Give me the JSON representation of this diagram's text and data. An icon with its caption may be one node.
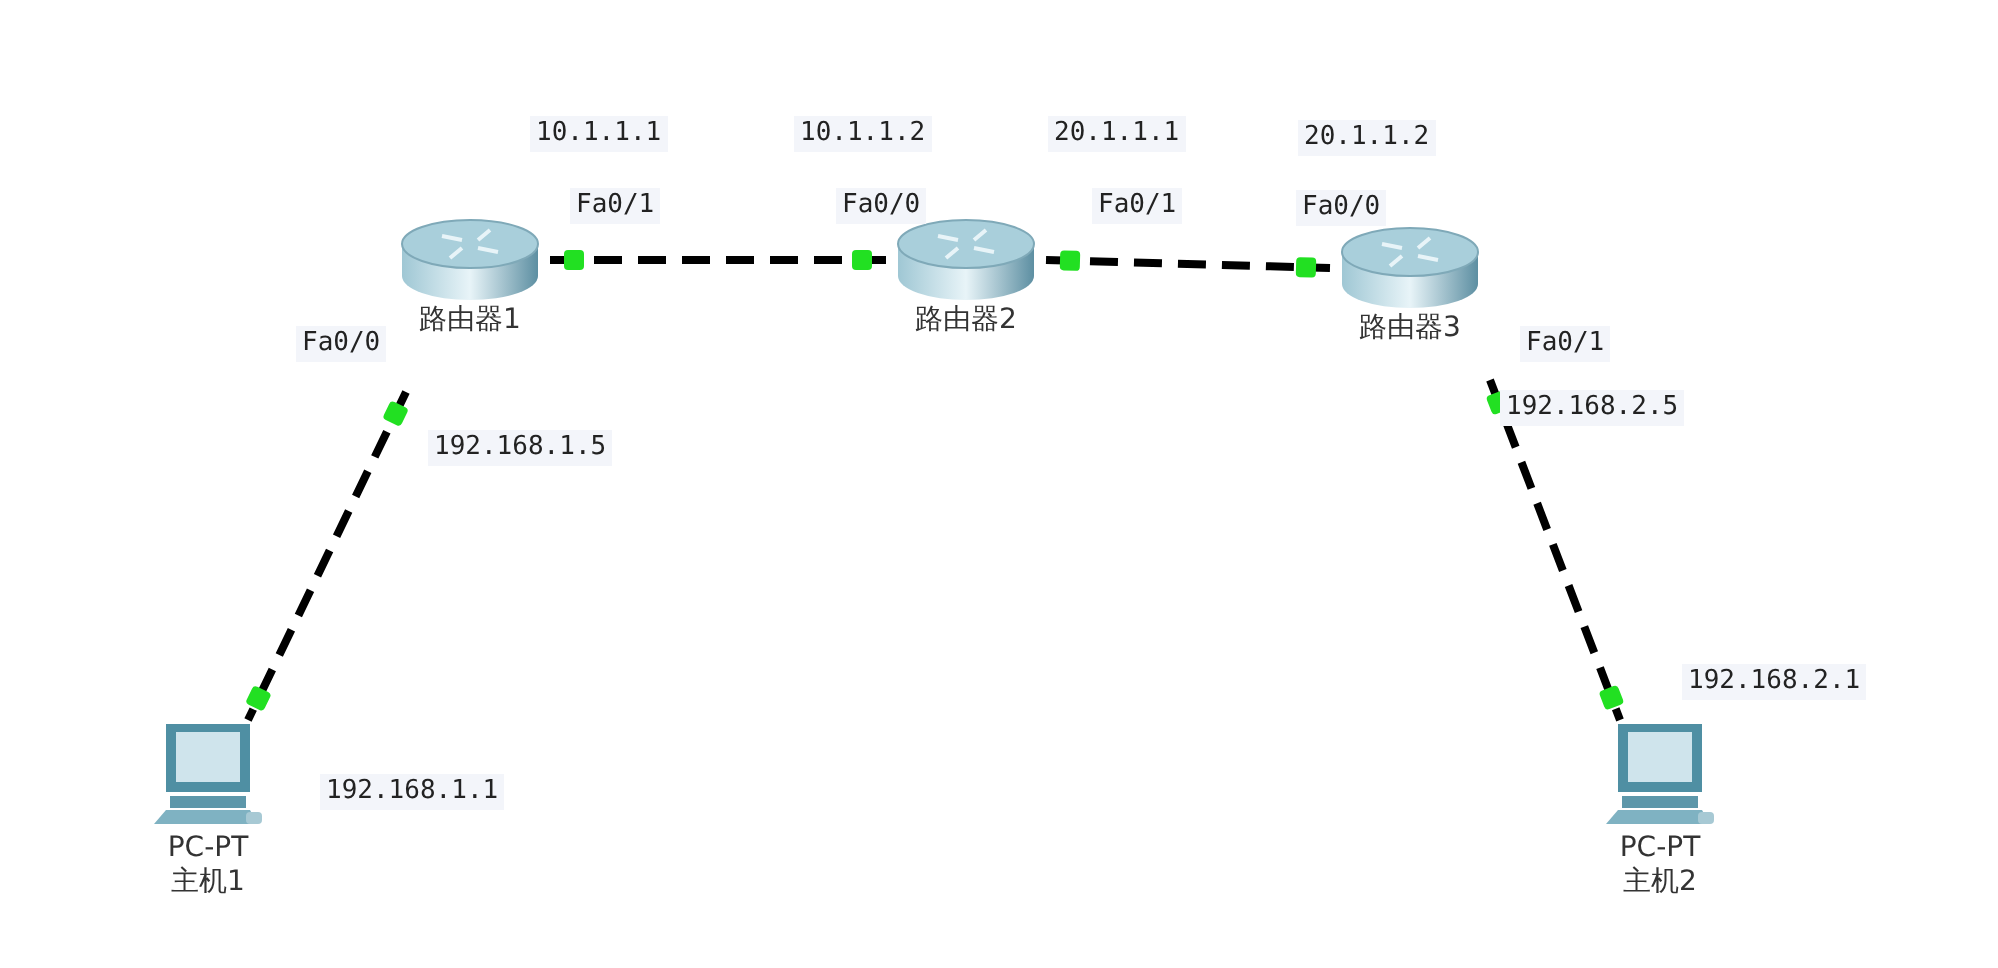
{
  "diagram": {
    "nodes": [
      {
        "text": [
          "路由器1"
        ]
      },
      {
        "text": [
          "路由器2"
        ]
      },
      {
        "text": [
          "路由器3"
        ]
      },
      {
        "text": [
          "PC-PT",
          "主机1"
        ]
      },
      {
        "text": [
          "PC-PT",
          "主机2"
        ]
      }
    ],
    "edges": [
      {
        "from": 0,
        "to": 1,
        "arrow": "other",
        "style": "dashed"
      },
      {
        "from": 1,
        "to": 2,
        "arrow": "other",
        "style": "dashed"
      },
      {
        "from": 0,
        "to": 3,
        "arrow": "other",
        "style": "dashed"
      },
      {
        "from": 2,
        "to": 4,
        "arrow": "other",
        "style": "dashed"
      }
    ],
    "labels": [
      "10.1.1.1",
      "10.1.1.2",
      "20.1.1.1",
      "20.1.1.2",
      "Fa0/1",
      "Fa0/0",
      "Fa0/1",
      "Fa0/0",
      "Fa0/0",
      "Fa0/1",
      "192.168.1.5",
      "192.168.2.5",
      "192.168.2.1",
      "192.168.1.1"
    ]
  }
}
